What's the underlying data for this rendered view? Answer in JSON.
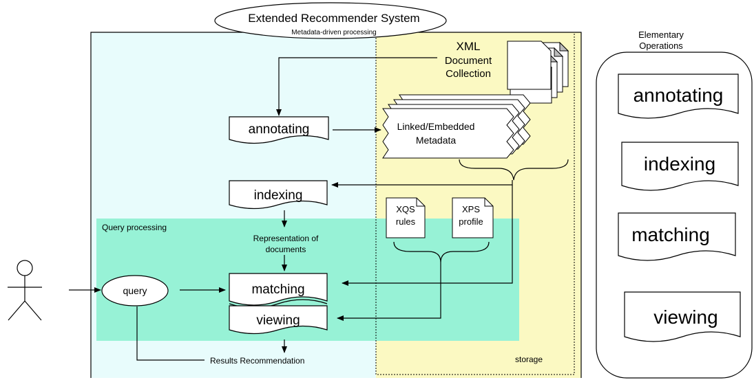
{
  "title": "Extended Recommender System",
  "subtitle": "Metadata-driven processing",
  "xml_collection": {
    "line1": "XML",
    "line2": "Document",
    "line3": "Collection"
  },
  "metadata_store": {
    "line1": "Linked/Embedded",
    "line2": "Metadata"
  },
  "steps": {
    "annotating": "annotating",
    "indexing": "indexing",
    "matching": "matching",
    "viewing": "viewing"
  },
  "query_processing_label": "Query processing",
  "representation": {
    "line1": "Representation of",
    "line2": "documents"
  },
  "query_label": "query",
  "xqs": {
    "line1": "XQS",
    "line2": "rules"
  },
  "xps": {
    "line1": "XPS",
    "line2": "profile"
  },
  "results_label": "Results Recommendation",
  "storage_label": "storage",
  "elementary": {
    "title_line1": "Elementary",
    "title_line2": "Operations",
    "items": [
      "annotating",
      "indexing",
      "matching",
      "viewing"
    ]
  },
  "colors": {
    "system_bg": "#e8fcfc",
    "storage_bg": "#fbf9c2",
    "query_bg": "#97f2d6"
  }
}
